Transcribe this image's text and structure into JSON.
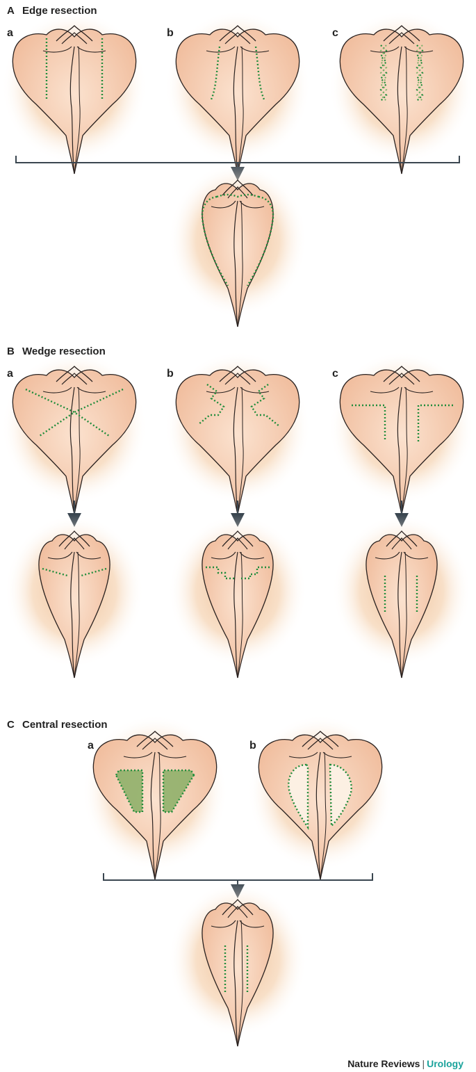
{
  "sections": [
    {
      "letter": "A",
      "title": "Edge resection",
      "panels": [
        "a",
        "b",
        "c"
      ]
    },
    {
      "letter": "B",
      "title": "Wedge resection",
      "panels": [
        "a",
        "b",
        "c"
      ]
    },
    {
      "letter": "C",
      "title": "Central resection",
      "panels": [
        "a",
        "b"
      ]
    }
  ],
  "credit": {
    "journal": "Nature Reviews",
    "separator": "|",
    "subject": "Urology"
  },
  "colors": {
    "skin": "#f3c9ae",
    "outline": "#2a2220",
    "cut": "#1f8c3a",
    "fill": "#8fb06a",
    "arrow": "#3a4650",
    "glow": "#f0c79c"
  }
}
